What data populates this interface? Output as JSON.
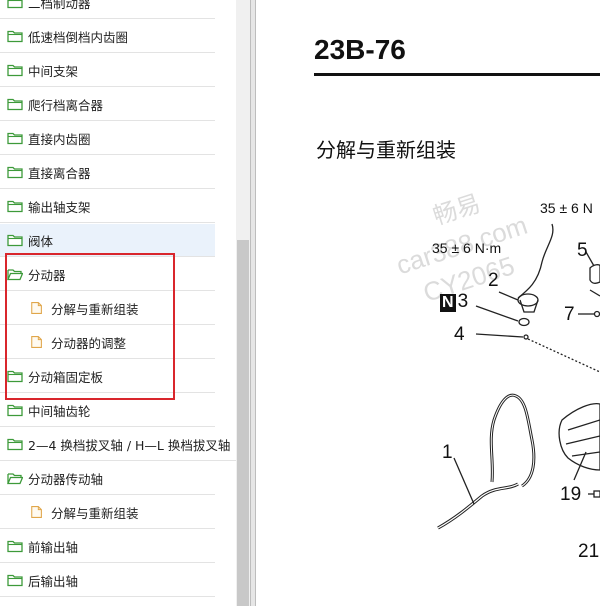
{
  "sidebar": {
    "items": [
      {
        "label": "二档制动器",
        "level": 1,
        "icon": "folder-icon"
      },
      {
        "label": "低速档倒档内齿圈",
        "level": 1,
        "icon": "folder-icon"
      },
      {
        "label": "中间支架",
        "level": 1,
        "icon": "folder-icon"
      },
      {
        "label": "爬行档离合器",
        "level": 1,
        "icon": "folder-icon"
      },
      {
        "label": "直接内齿圈",
        "level": 1,
        "icon": "folder-icon"
      },
      {
        "label": "直接离合器",
        "level": 1,
        "icon": "folder-icon"
      },
      {
        "label": "输出轴支架",
        "level": 1,
        "icon": "folder-icon"
      },
      {
        "label": "阀体",
        "level": 1,
        "icon": "folder-icon"
      },
      {
        "label": "分动器",
        "level": 1,
        "icon": "folder-open-icon"
      },
      {
        "label": "分解与重新组装",
        "level": 2,
        "icon": "document-icon"
      },
      {
        "label": "分动器的调整",
        "level": 2,
        "icon": "document-icon"
      },
      {
        "label": "分动箱固定板",
        "level": 1,
        "icon": "folder-icon"
      },
      {
        "label": "中间轴齿轮",
        "level": 1,
        "icon": "folder-icon"
      },
      {
        "label": "2—4 换档拔叉轴 / H—L 换档拔叉轴",
        "level": 1,
        "icon": "folder-icon"
      },
      {
        "label": "分动器传动轴",
        "level": 1,
        "icon": "folder-open-icon"
      },
      {
        "label": "分解与重新组装",
        "level": 2,
        "icon": "document-icon"
      },
      {
        "label": "前输出轴",
        "level": 1,
        "icon": "folder-icon"
      },
      {
        "label": "后输出轴",
        "level": 1,
        "icon": "folder-icon"
      }
    ],
    "selected_index": 7,
    "colors": {
      "folder": "#3d9a3a",
      "document": "#e0a64a",
      "highlight": "#d9262c"
    }
  },
  "document": {
    "page_number": "23B-76",
    "section_title": "分解与重新组装",
    "watermark": [
      "畅易",
      "car388.com",
      "CY2065"
    ],
    "callouts": {
      "torque_a": "35 ± 6 N·m",
      "torque_b": "35 ± 6 N",
      "n_badge": "N",
      "n3": "3",
      "c1": "1",
      "c2": "2",
      "c4": "4",
      "c5": "5",
      "c7": "7",
      "c19": "19",
      "c21": "21"
    }
  }
}
